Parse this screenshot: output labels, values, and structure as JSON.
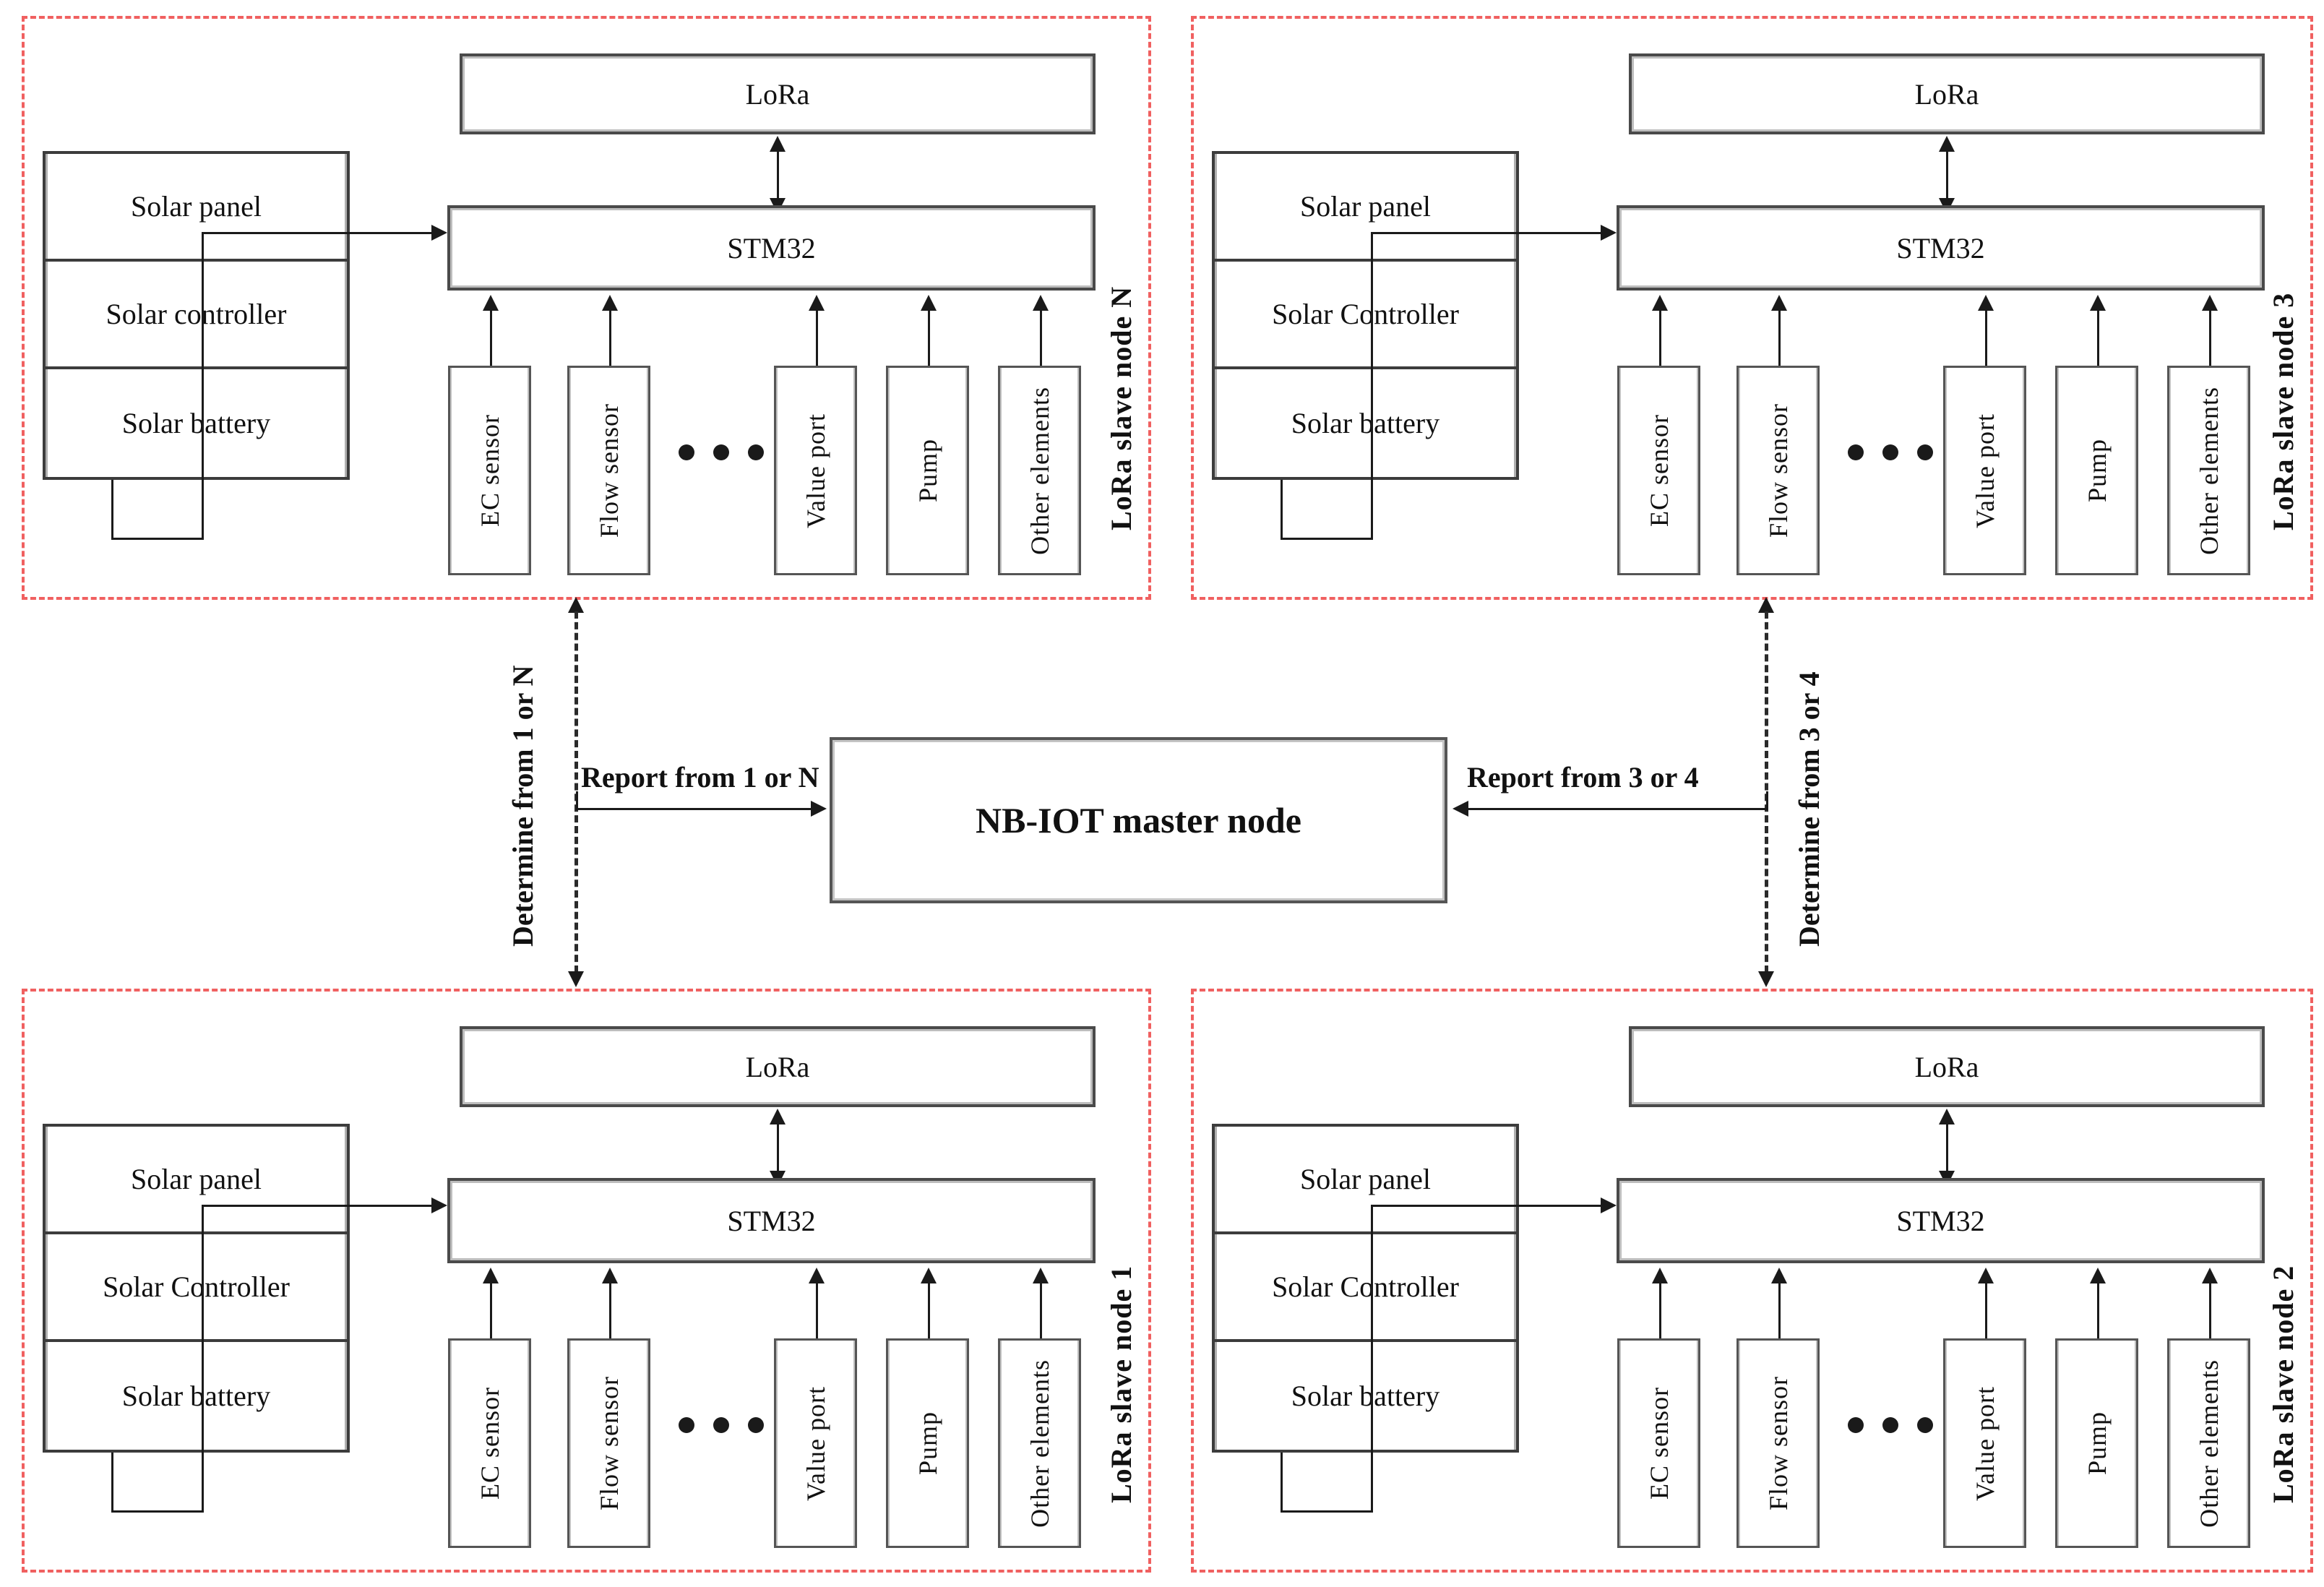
{
  "diagram": {
    "title": "LoRa slave node / NB-IOT master node architecture",
    "accent_dashed_color": "#f06060",
    "line_color": "#1a1a1a"
  },
  "master": {
    "label": "NB-IOT master node"
  },
  "center_labels": {
    "report_left": "Report from 1 or N",
    "report_right": "Report from 3 or 4",
    "determine_left": "Determine from 1 or N",
    "determine_right": "Determine from 3 or 4"
  },
  "nodes": [
    {
      "id": "node-n",
      "caption": "LoRa slave node N",
      "lora": "LoRa",
      "mcu": "STM32",
      "power": [
        "Solar panel",
        "Solar controller",
        "Solar battery"
      ],
      "peripherals": [
        "EC  sensor",
        "Flow  sensor",
        "Value port",
        "Pump",
        "Other elements"
      ]
    },
    {
      "id": "node-3",
      "caption": "LoRa slave node 3",
      "lora": "LoRa",
      "mcu": "STM32",
      "power": [
        "Solar panel",
        "Solar Controller",
        "Solar battery"
      ],
      "peripherals": [
        "EC  sensor",
        "Flow  sensor",
        "Value port",
        "Pump",
        "Other elements"
      ]
    },
    {
      "id": "node-1",
      "caption": "LoRa slave node 1",
      "lora": "LoRa",
      "mcu": "STM32",
      "power": [
        "Solar panel",
        "Solar Controller",
        "Solar battery"
      ],
      "peripherals": [
        "EC  sensor",
        "Flow  sensor",
        "Value port",
        "Pump",
        "Other elements"
      ]
    },
    {
      "id": "node-2",
      "caption": "LoRa slave node 2",
      "lora": "LoRa",
      "mcu": "STM32",
      "power": [
        "Solar panel",
        "Solar Controller",
        "Solar battery"
      ],
      "peripherals": [
        "EC  sensor",
        "Flow  sensor",
        "Value port",
        "Pump",
        "Other elements"
      ]
    }
  ]
}
